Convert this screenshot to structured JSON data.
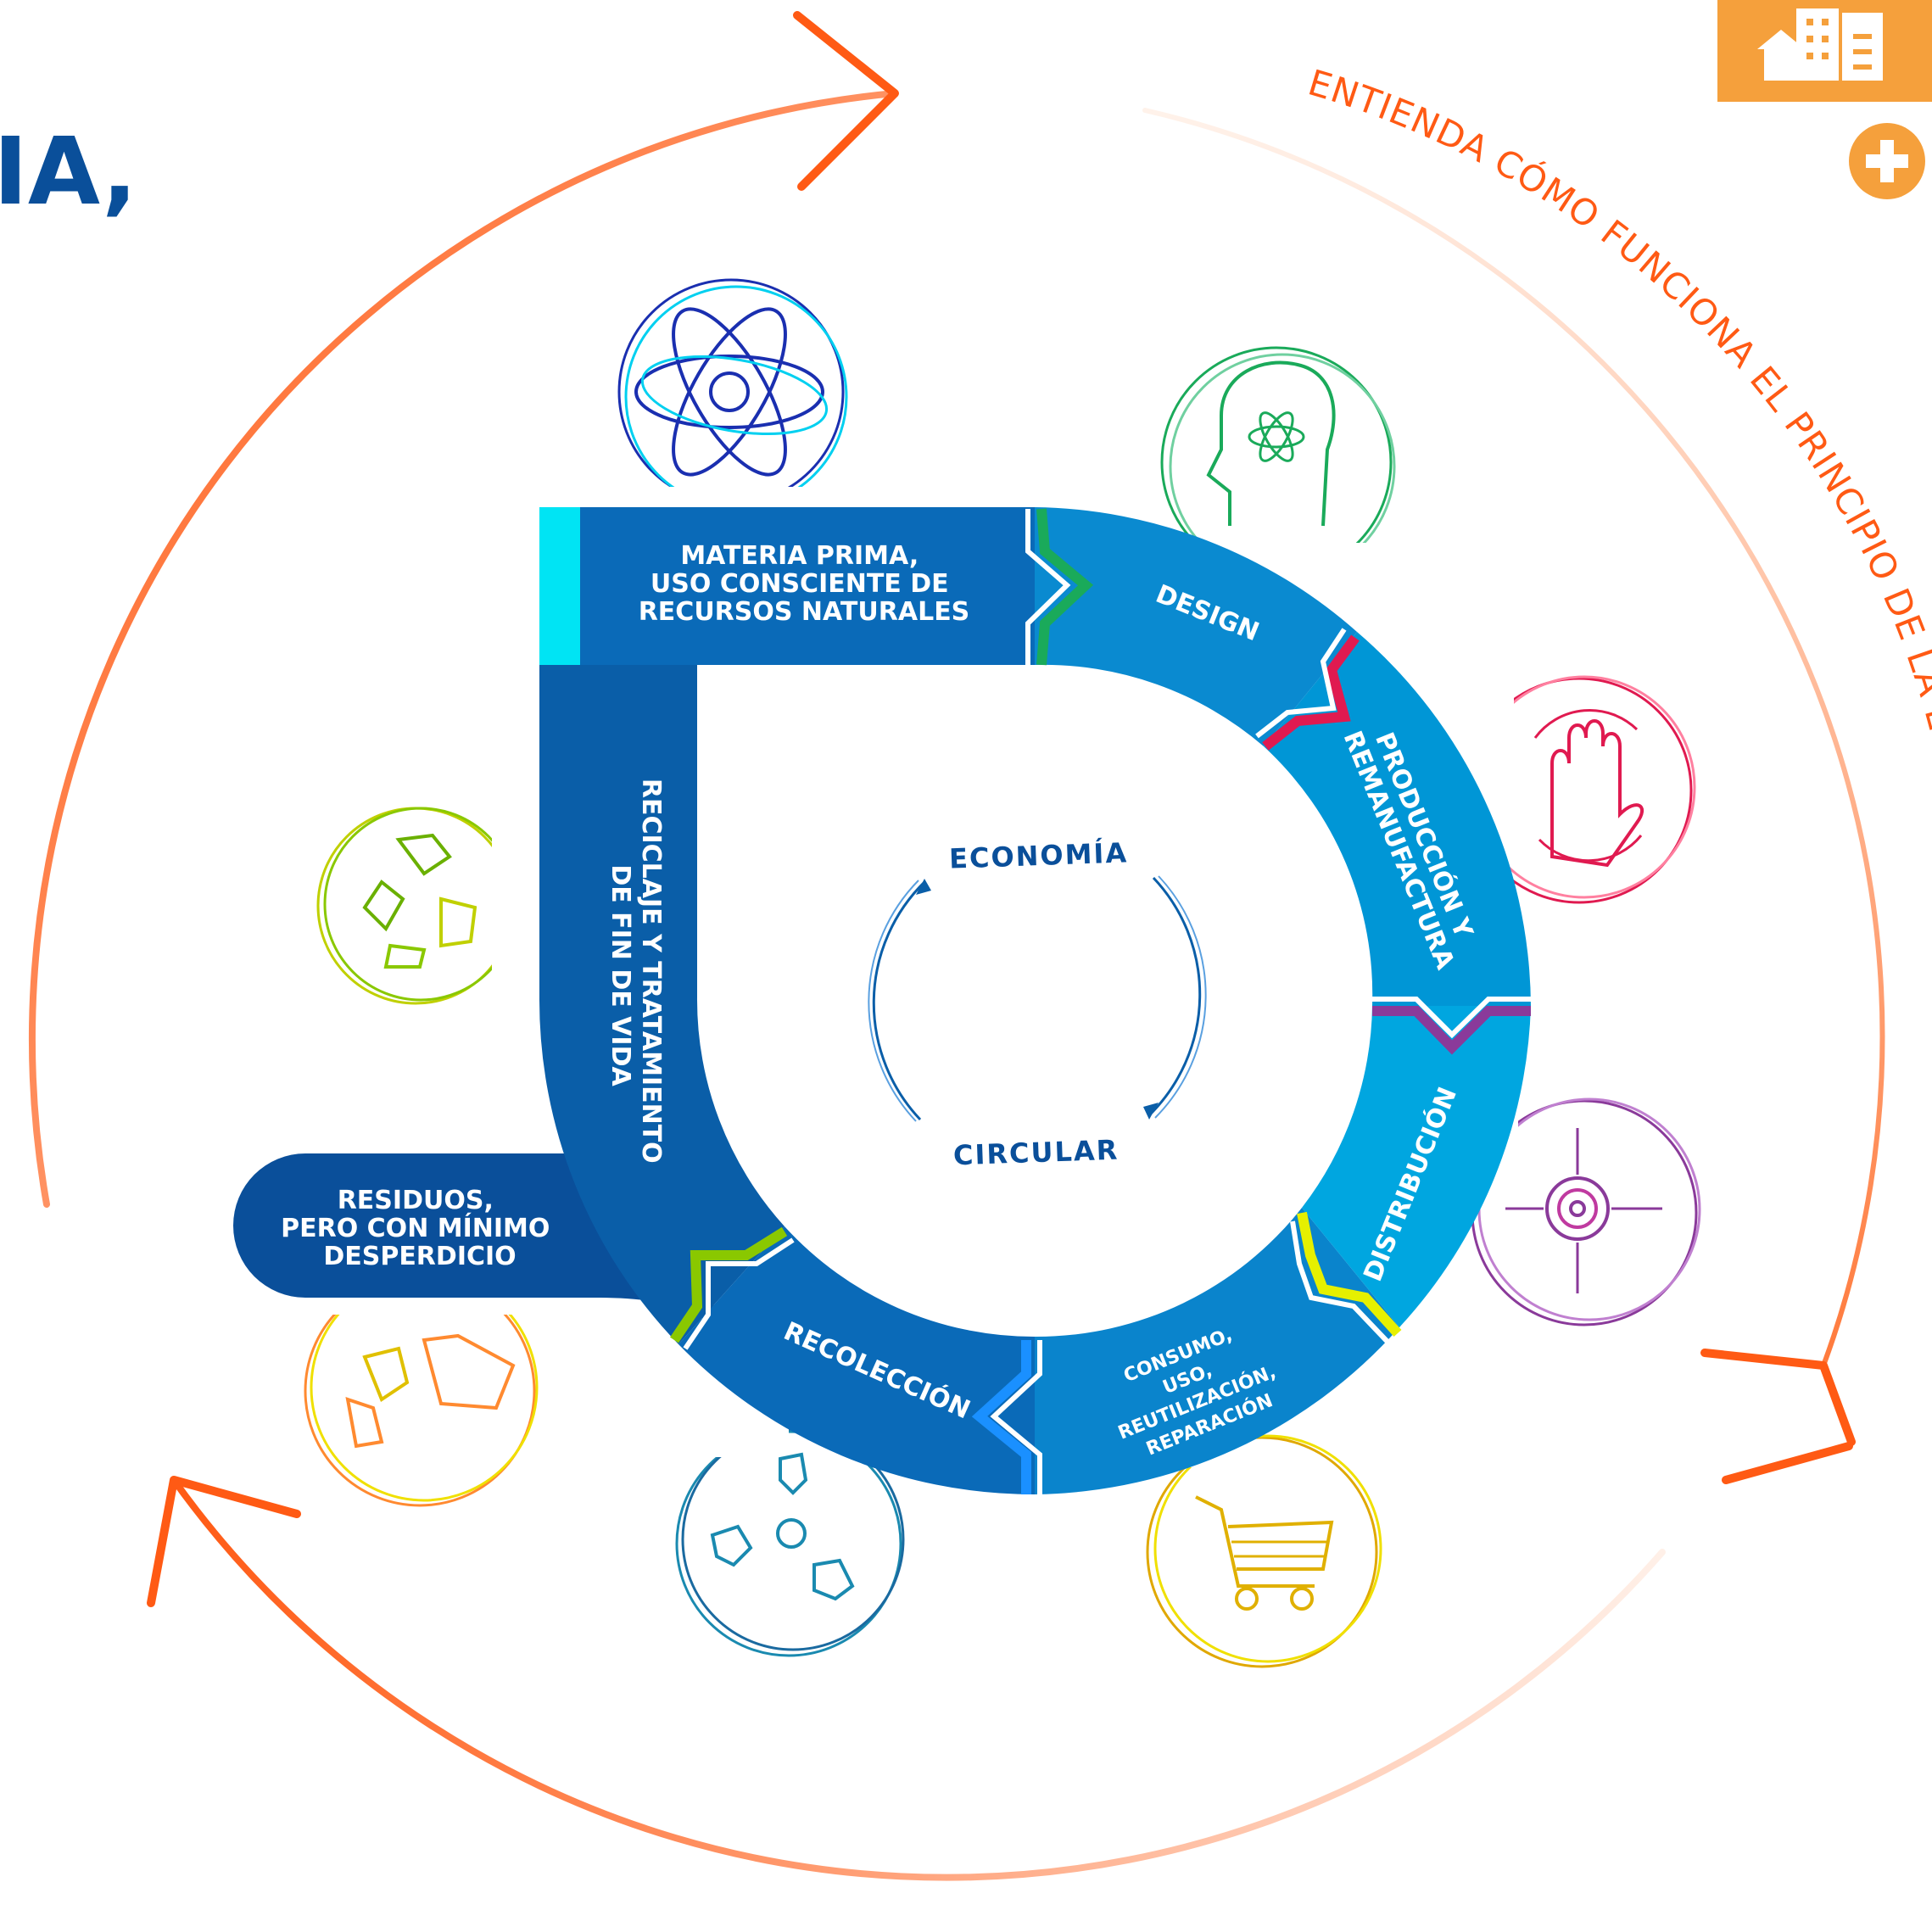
{
  "title_fragment": "IA,",
  "arc_caption": "ENTIENDA CÓMO FUNCIONA EL PRINCIPIO DE LA ECONOMÍA CIRCULAR",
  "center": {
    "top_word": "ECONOMÍA",
    "bottom_word": "CIRCULAR"
  },
  "stages": {
    "materia": [
      "MATERIA PRIMA,",
      "USO CONSCIENTE DE",
      "RECURSOS NATURALES"
    ],
    "design": "DESIGN",
    "produccion": [
      "PRODUCCIÓN Y",
      "REMANUFACTURA"
    ],
    "distribucion": "DISTRIBUCIÓN",
    "consumo": [
      "CONSUMO,",
      "USO,",
      "REUTILIZACIÓN,",
      "REPARACIÓN"
    ],
    "recoleccion": "RECOLECCIÓN",
    "reciclaje": [
      "RECICLAJE Y TRATAMIENTO",
      "DE FIN DE VIDA"
    ]
  },
  "residuos": [
    "RESIDUOS,",
    "PERO CON MÍNIMO",
    "DESPERDICIO"
  ],
  "icons": {
    "top_right_badge": "buildings-icon",
    "plus": "plus-icon",
    "materia": "atom-icon",
    "design": "head-atom-icon",
    "produccion": "hand-icon",
    "distribucion": "target-icon",
    "consumo": "shopping-cart-icon",
    "recoleccion": "recycle-collect-icon",
    "reciclaje": "recycle-icon",
    "residuos": "waste-recycle-icon"
  },
  "colors": {
    "orange": "#ff5a14",
    "dark_blue": "#0a5ea8",
    "mid_blue": "#0a84cc",
    "light_blue": "#00a6e0",
    "cyan": "#00e4f4",
    "green": "#1aaa5a",
    "crimson": "#e01a50",
    "purple": "#8a3a9a",
    "yellow_green": "#e6f000",
    "lime": "#8ac800",
    "badge": "#f5a03c"
  }
}
